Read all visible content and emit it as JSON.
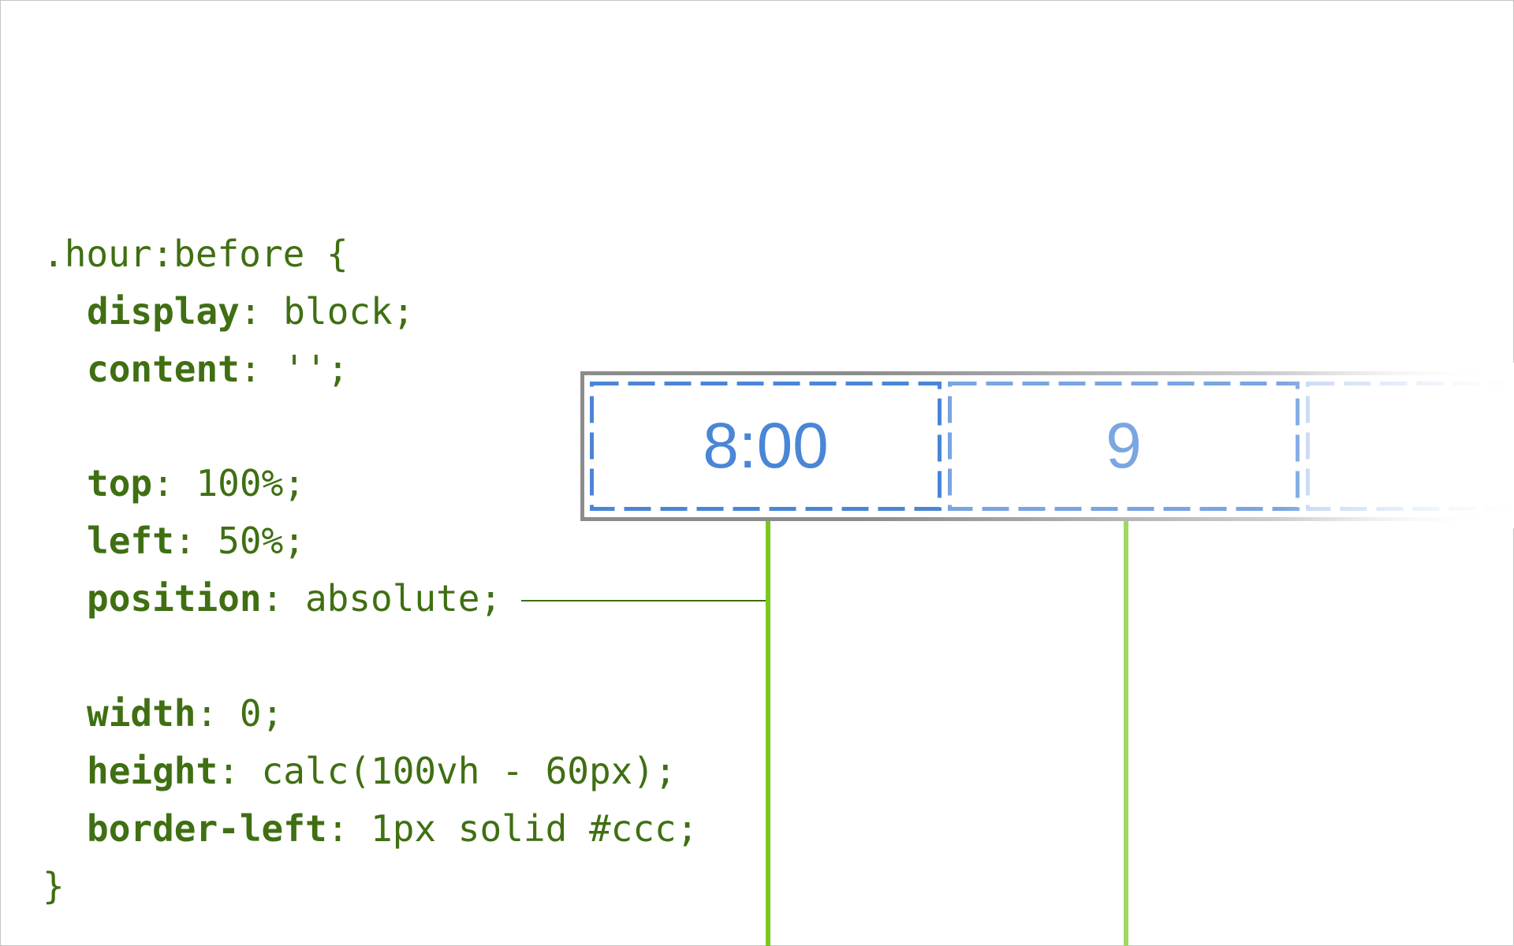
{
  "code": {
    "selector_line": ".hour:before {",
    "closing_brace": "}",
    "declarations": [
      {
        "property": "display",
        "value": ": block;"
      },
      {
        "property": "content",
        "value": ": '';"
      },
      {
        "property": "top",
        "value": ": 100%;"
      },
      {
        "property": "left",
        "value": ": 50%;"
      },
      {
        "property": "position",
        "value": ": absolute;"
      },
      {
        "property": "width",
        "value": ": 0;"
      },
      {
        "property": "height",
        "value": ": calc(100vh - 60px);"
      },
      {
        "property": "border-left",
        "value": ": 1px solid #ccc;"
      }
    ]
  },
  "timeline": {
    "hours": [
      "8:00",
      "9",
      ""
    ]
  },
  "colors": {
    "code_text": "#3f6f12",
    "hour_border_blue": "#4a86d6",
    "strip_border_gray": "#8c8c8c",
    "line_green": "#7ac81f"
  }
}
